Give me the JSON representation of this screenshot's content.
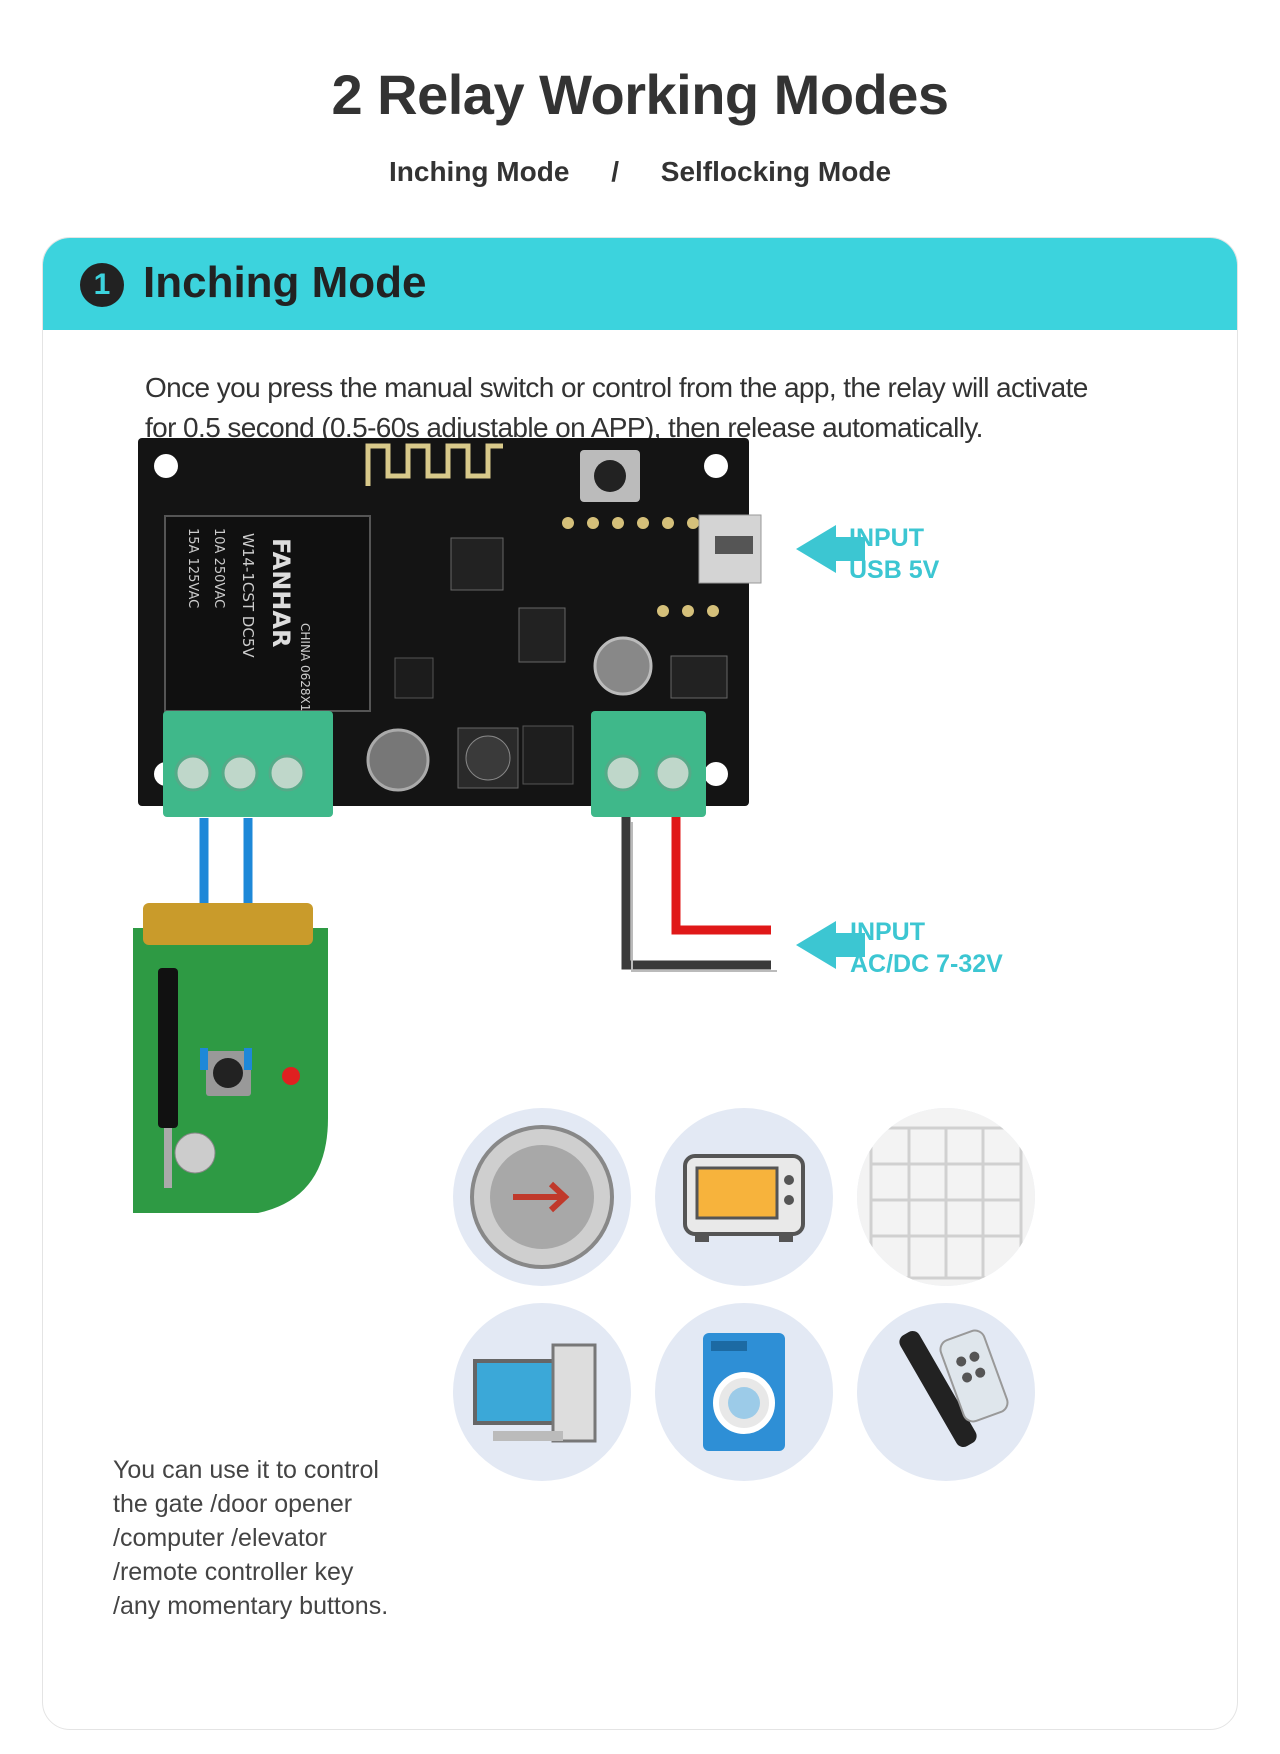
{
  "header": {
    "title": "2 Relay Working Modes",
    "modes": [
      "Inching Mode",
      "/",
      "Selflocking Mode"
    ]
  },
  "section": {
    "number": "1",
    "title": "Inching Mode",
    "description_line1": "Once you press the manual switch or control from the app, the relay will activate",
    "description_line2": "for 0.5 second (0.5-60s adjustable on APP), then release automatically."
  },
  "board": {
    "relay_brand": "FANHAR",
    "relay_model": "W14-1CST DC5V",
    "relay_rating1": "10A 250VAC",
    "relay_rating2": "15A 125VAC",
    "relay_origin": "CHINA 0628X1"
  },
  "inputs": {
    "usb_line1": "INPUT",
    "usb_line2": "USB 5V",
    "acdc_line1": "INPUT",
    "acdc_line2": "AC/DC 7-32V"
  },
  "usage": {
    "line1": "You can use it to control",
    "line2": "the gate /door opener",
    "line3": "/computer /elevator",
    "line4": "/remote controller key",
    "line5": "/any momentary buttons."
  },
  "icons": [
    "elevator-button-icon",
    "oven-icon",
    "garage-door-icon",
    "computer-icon",
    "washing-machine-icon",
    "remote-controls-icon"
  ],
  "colors": {
    "accent": "#3cd3dd",
    "input_label": "#3cc6d2",
    "board": "#141414",
    "terminal": "#3fb88a",
    "wire_blue": "#1e88d8",
    "wire_red": "#e01818",
    "wire_black": "#3a3a3a"
  }
}
